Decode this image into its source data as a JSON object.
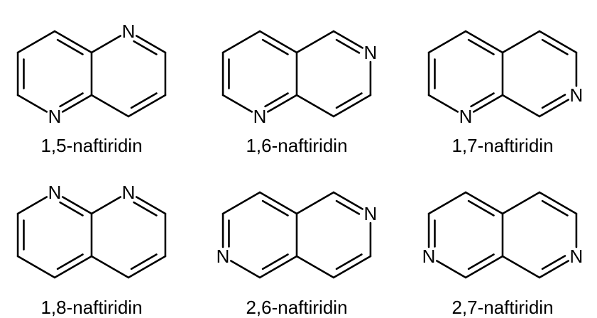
{
  "molecules": [
    {
      "name": "1,5-naftiridin",
      "nitrogen_label": "N",
      "nitrogens": [
        "5",
        "1"
      ]
    },
    {
      "name": "1,6-naftiridin",
      "nitrogen_label": "N",
      "nitrogens": [
        "6",
        "1"
      ]
    },
    {
      "name": "1,7-naftiridin",
      "nitrogen_label": "N",
      "nitrogens": [
        "7",
        "1"
      ]
    },
    {
      "name": "1,8-naftiridin",
      "nitrogen_label": "N",
      "nitrogens": [
        "1",
        "8"
      ]
    },
    {
      "name": "2,6-naftiridin",
      "nitrogen_label": "N",
      "nitrogens": [
        "6",
        "2"
      ]
    },
    {
      "name": "2,7-naftiridin",
      "nitrogen_label": "N",
      "nitrogens": [
        "7",
        "2"
      ]
    }
  ]
}
